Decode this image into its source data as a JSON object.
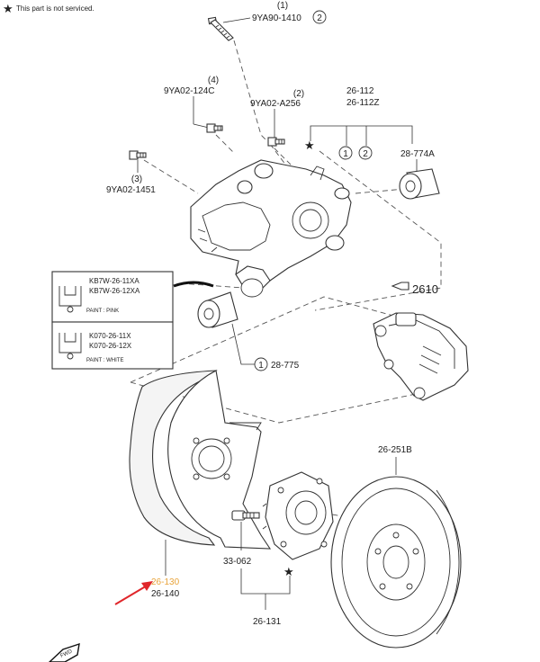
{
  "note": {
    "star": "★",
    "text": "This part is not serviced."
  },
  "labels": {
    "bolt_top_num": "(1)",
    "bolt_top_code": "9YA90-1410",
    "bolt_top_circle": "2",
    "bolt_124c_num": "(4)",
    "bolt_124c_code": "9YA02-124C",
    "bolt_a256_num": "(2)",
    "bolt_a256_code": "9YA02-A256",
    "knuckle_code_1": "26-112",
    "knuckle_code_2": "26-112Z",
    "bushing_code": "28-774A",
    "bolt_1451_num": "(3)",
    "bolt_1451_code": "9YA02-1451",
    "caliper_code": "2610",
    "bushing_lower_code": "28-775",
    "circle_1": "1",
    "circle_2": "2",
    "disc_code": "26-251B",
    "hub_bolt_code": "33-062",
    "hub_code": "26-131",
    "shield_code_highlight": "26-130",
    "shield_code": "26-140",
    "star": "★"
  },
  "callout_boxes": [
    {
      "codes": [
        "KB7W-26-11XA",
        "KB7W-26-12XA"
      ],
      "paint": "PAINT : PINK"
    },
    {
      "codes": [
        "K070-26-11X",
        "K070-26-12X"
      ],
      "paint": "PAINT : WHITE"
    }
  ],
  "fwd_label": "FWD",
  "colors": {
    "arrow": "#e0262a",
    "highlight_text": "#e8a33a",
    "line": "#333333"
  }
}
